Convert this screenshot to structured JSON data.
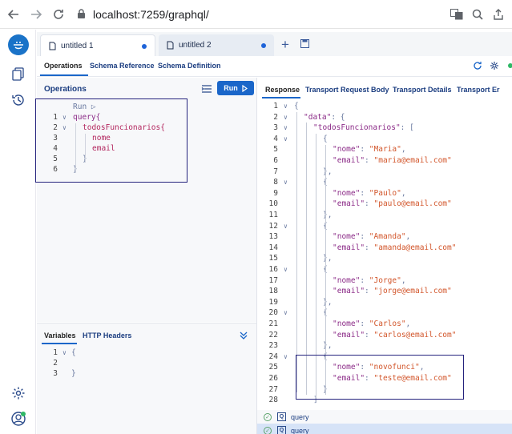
{
  "browser": {
    "url": "localhost:7259/graphql/"
  },
  "tabs": [
    {
      "label": "untitled 1",
      "active": true
    },
    {
      "label": "untitled 2",
      "active": false
    }
  ],
  "subtabs": {
    "operations": "Operations",
    "schema_reference": "Schema Reference",
    "schema_definition": "Schema Definition"
  },
  "operations_pane": {
    "title": "Operations",
    "run_button": "Run",
    "run_link": "Run ▷",
    "lines": [
      {
        "n": "1",
        "text": "query{"
      },
      {
        "n": "2",
        "text": "todosFuncionarios{"
      },
      {
        "n": "3",
        "text": "nome"
      },
      {
        "n": "4",
        "text": "email"
      },
      {
        "n": "5",
        "text": "}"
      },
      {
        "n": "6",
        "text": "}"
      }
    ]
  },
  "variables_pane": {
    "tab_variables": "Variables",
    "tab_headers": "HTTP Headers",
    "lines": [
      {
        "n": "1",
        "text": "{"
      },
      {
        "n": "2",
        "text": ""
      },
      {
        "n": "3",
        "text": "}"
      }
    ]
  },
  "response_pane": {
    "tabs": [
      "Response",
      "Transport Request Body",
      "Transport Details",
      "Transport Er"
    ],
    "lines": [
      {
        "n": "1",
        "text": "{"
      },
      {
        "n": "2",
        "key": "\"data\"",
        "rest": ": {"
      },
      {
        "n": "3",
        "key": "\"todosFuncionarios\"",
        "rest": ": ["
      },
      {
        "n": "4",
        "text": "{"
      },
      {
        "n": "5",
        "key": "\"nome\"",
        "val": "\"Maria\"",
        "comma": ","
      },
      {
        "n": "6",
        "key": "\"email\"",
        "val": "\"maria@email.com\"",
        "comma": ""
      },
      {
        "n": "7",
        "text": "},"
      },
      {
        "n": "8",
        "text": "{"
      },
      {
        "n": "9",
        "key": "\"nome\"",
        "val": "\"Paulo\"",
        "comma": ","
      },
      {
        "n": "10",
        "key": "\"email\"",
        "val": "\"paulo@email.com\"",
        "comma": ""
      },
      {
        "n": "11",
        "text": "},"
      },
      {
        "n": "12",
        "text": "{"
      },
      {
        "n": "13",
        "key": "\"nome\"",
        "val": "\"Amanda\"",
        "comma": ","
      },
      {
        "n": "14",
        "key": "\"email\"",
        "val": "\"amanda@email.com\"",
        "comma": ""
      },
      {
        "n": "15",
        "text": "},"
      },
      {
        "n": "16",
        "text": "{"
      },
      {
        "n": "17",
        "key": "\"nome\"",
        "val": "\"Jorge\"",
        "comma": ","
      },
      {
        "n": "18",
        "key": "\"email\"",
        "val": "\"jorge@email.com\"",
        "comma": ""
      },
      {
        "n": "19",
        "text": "},"
      },
      {
        "n": "20",
        "text": "{"
      },
      {
        "n": "21",
        "key": "\"nome\"",
        "val": "\"Carlos\"",
        "comma": ","
      },
      {
        "n": "22",
        "key": "\"email\"",
        "val": "\"carlos@email.com\"",
        "comma": ""
      },
      {
        "n": "23",
        "text": "},"
      },
      {
        "n": "24",
        "text": "{"
      },
      {
        "n": "25",
        "key": "\"nome\"",
        "val": "\"novofunci\"",
        "comma": ","
      },
      {
        "n": "26",
        "key": "\"email\"",
        "val": "\"teste@email.com\"",
        "comma": ""
      },
      {
        "n": "27",
        "text": "}"
      },
      {
        "n": "28",
        "text": "]"
      }
    ]
  },
  "history": [
    {
      "label": "query"
    },
    {
      "label": "query"
    }
  ],
  "colors": {
    "accent": "#1a66c9",
    "highlight_border": "#25237d",
    "string": "#d2552a",
    "keyword": "#8b2a87"
  }
}
